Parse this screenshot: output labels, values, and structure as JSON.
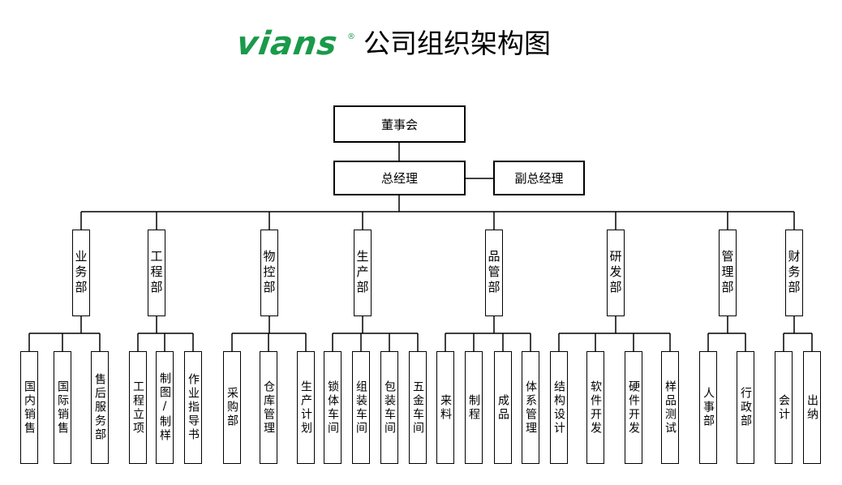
{
  "header": {
    "logo_text": "vians",
    "logo_mark": "®",
    "title": "公司组织架构图",
    "logo_color": "#1a9a4a"
  },
  "colors": {
    "line": "#000000",
    "box_border": "#000000"
  },
  "org": {
    "board": "董事会",
    "gm": "总经理",
    "deputy": "副总经理",
    "departments": [
      {
        "name": "业务部",
        "subs": [
          "国内销售",
          "国际销售",
          "售后服务部"
        ]
      },
      {
        "name": "工程部",
        "subs": [
          "工程立项",
          "制图/制样",
          "作业指导书"
        ]
      },
      {
        "name": "物控部",
        "subs": [
          "采购部",
          "仓库管理",
          "生产计划"
        ]
      },
      {
        "name": "生产部",
        "subs": [
          "锁体车间",
          "组装车间",
          "包装车间",
          "五金车间"
        ]
      },
      {
        "name": "品管部",
        "subs": [
          "来料",
          "制程",
          "成品",
          "体系管理"
        ]
      },
      {
        "name": "研发部",
        "subs": [
          "结构设计",
          "软件开发",
          "硬件开发",
          "样品测试"
        ]
      },
      {
        "name": "管理部",
        "subs": [
          "人事部",
          "行政部"
        ]
      },
      {
        "name": "财务部",
        "subs": [
          "会计",
          "出纳"
        ]
      }
    ]
  }
}
